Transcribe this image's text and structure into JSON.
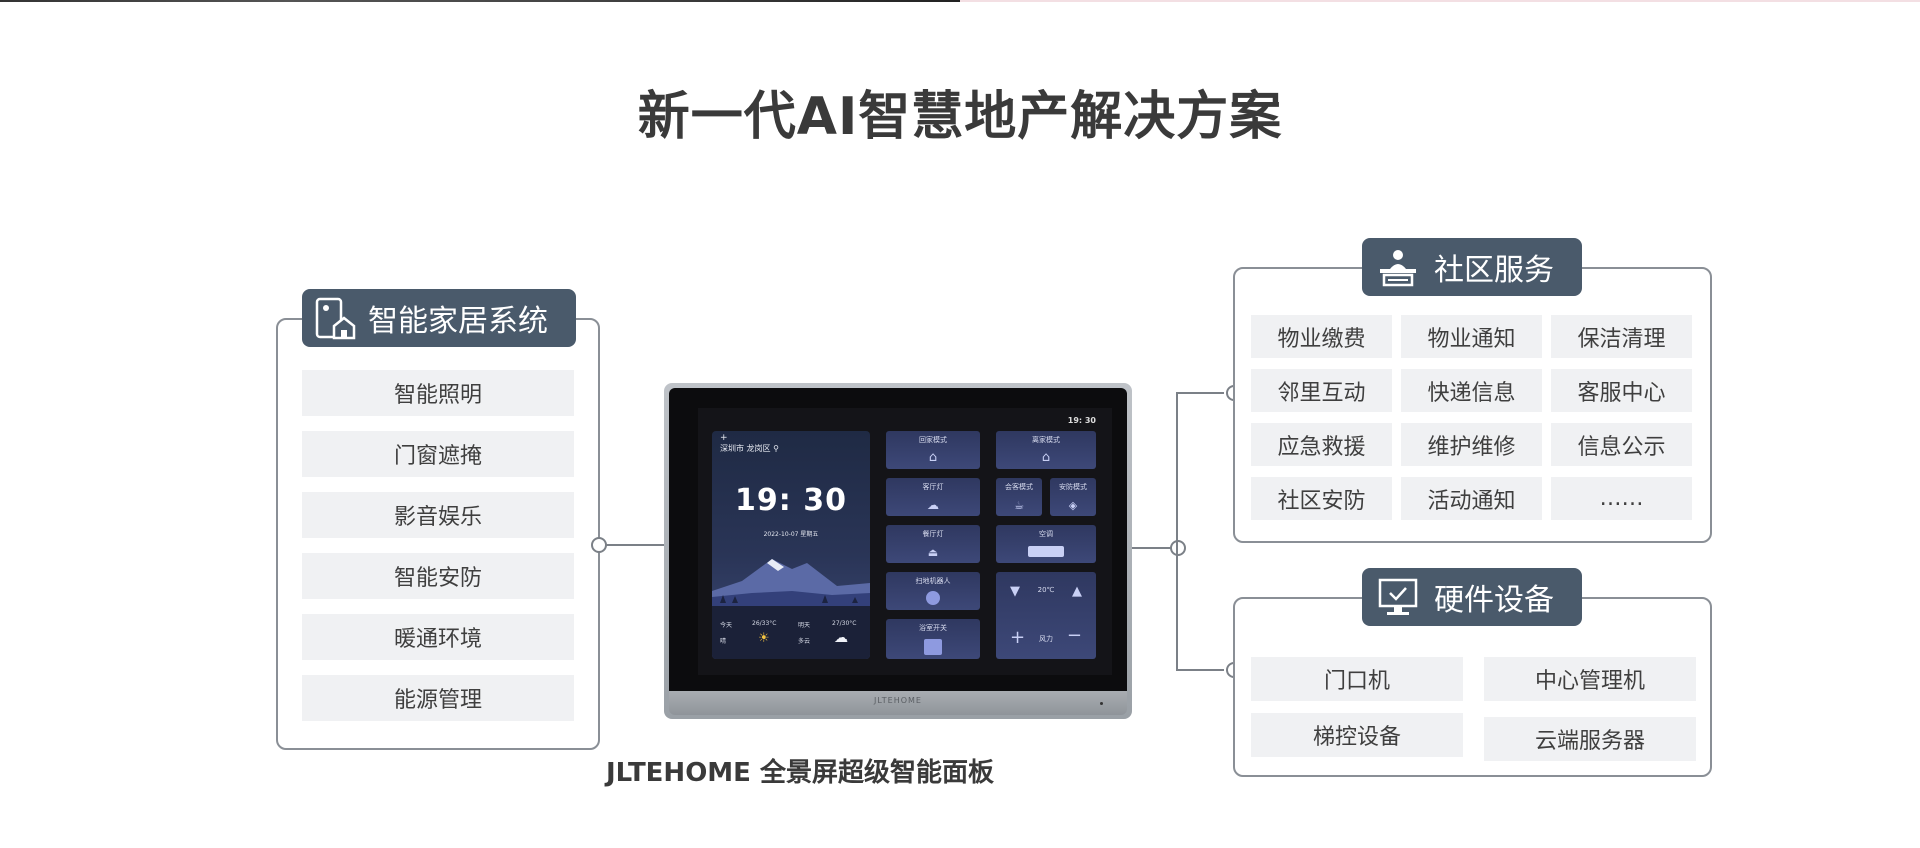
{
  "title": "新一代AI智慧地产解决方案",
  "smart_home": {
    "tag": "智能家居系统",
    "items": [
      "智能照明",
      "门窗遮掩",
      "影音娱乐",
      "智能安防",
      "暖通环境",
      "能源管理"
    ]
  },
  "community": {
    "tag": "社区服务",
    "items": [
      "物业缴费",
      "物业通知",
      "保洁清理",
      "邻里互动",
      "快递信息",
      "客服中心",
      "应急救援",
      "维护维修",
      "信息公示",
      "社区安防",
      "活动通知",
      "……"
    ]
  },
  "hardware": {
    "tag": "硬件设备",
    "items": [
      "门口机",
      "中心管理机",
      "梯控设备",
      "云端服务器"
    ]
  },
  "device": {
    "brand": "JLTEHOME",
    "screen_time": "19: 30",
    "location": "深圳市  龙岗区",
    "clock": "19: 30",
    "date": "2022-10-07  星期五",
    "weather_today_label": "今天",
    "weather_today_temp": "26/33°C",
    "weather_today_cond": "晴",
    "weather_tomorrow_label": "明天",
    "weather_tomorrow_temp": "27/30°C",
    "weather_tomorrow_cond": "多云",
    "tiles": {
      "home_mode": "回家模式",
      "away_mode": "离家模式",
      "living_light": "客厅灯",
      "guest_mode": "会客模式",
      "security_mode": "安防模式",
      "dining_light": "餐厅灯",
      "ac": "空调",
      "robot": "扫地机器人",
      "temp": "20℃",
      "fan": "风力",
      "bath_switch": "浴室开关"
    }
  },
  "caption": "JLTEHOME  全景屏超级智能面板"
}
